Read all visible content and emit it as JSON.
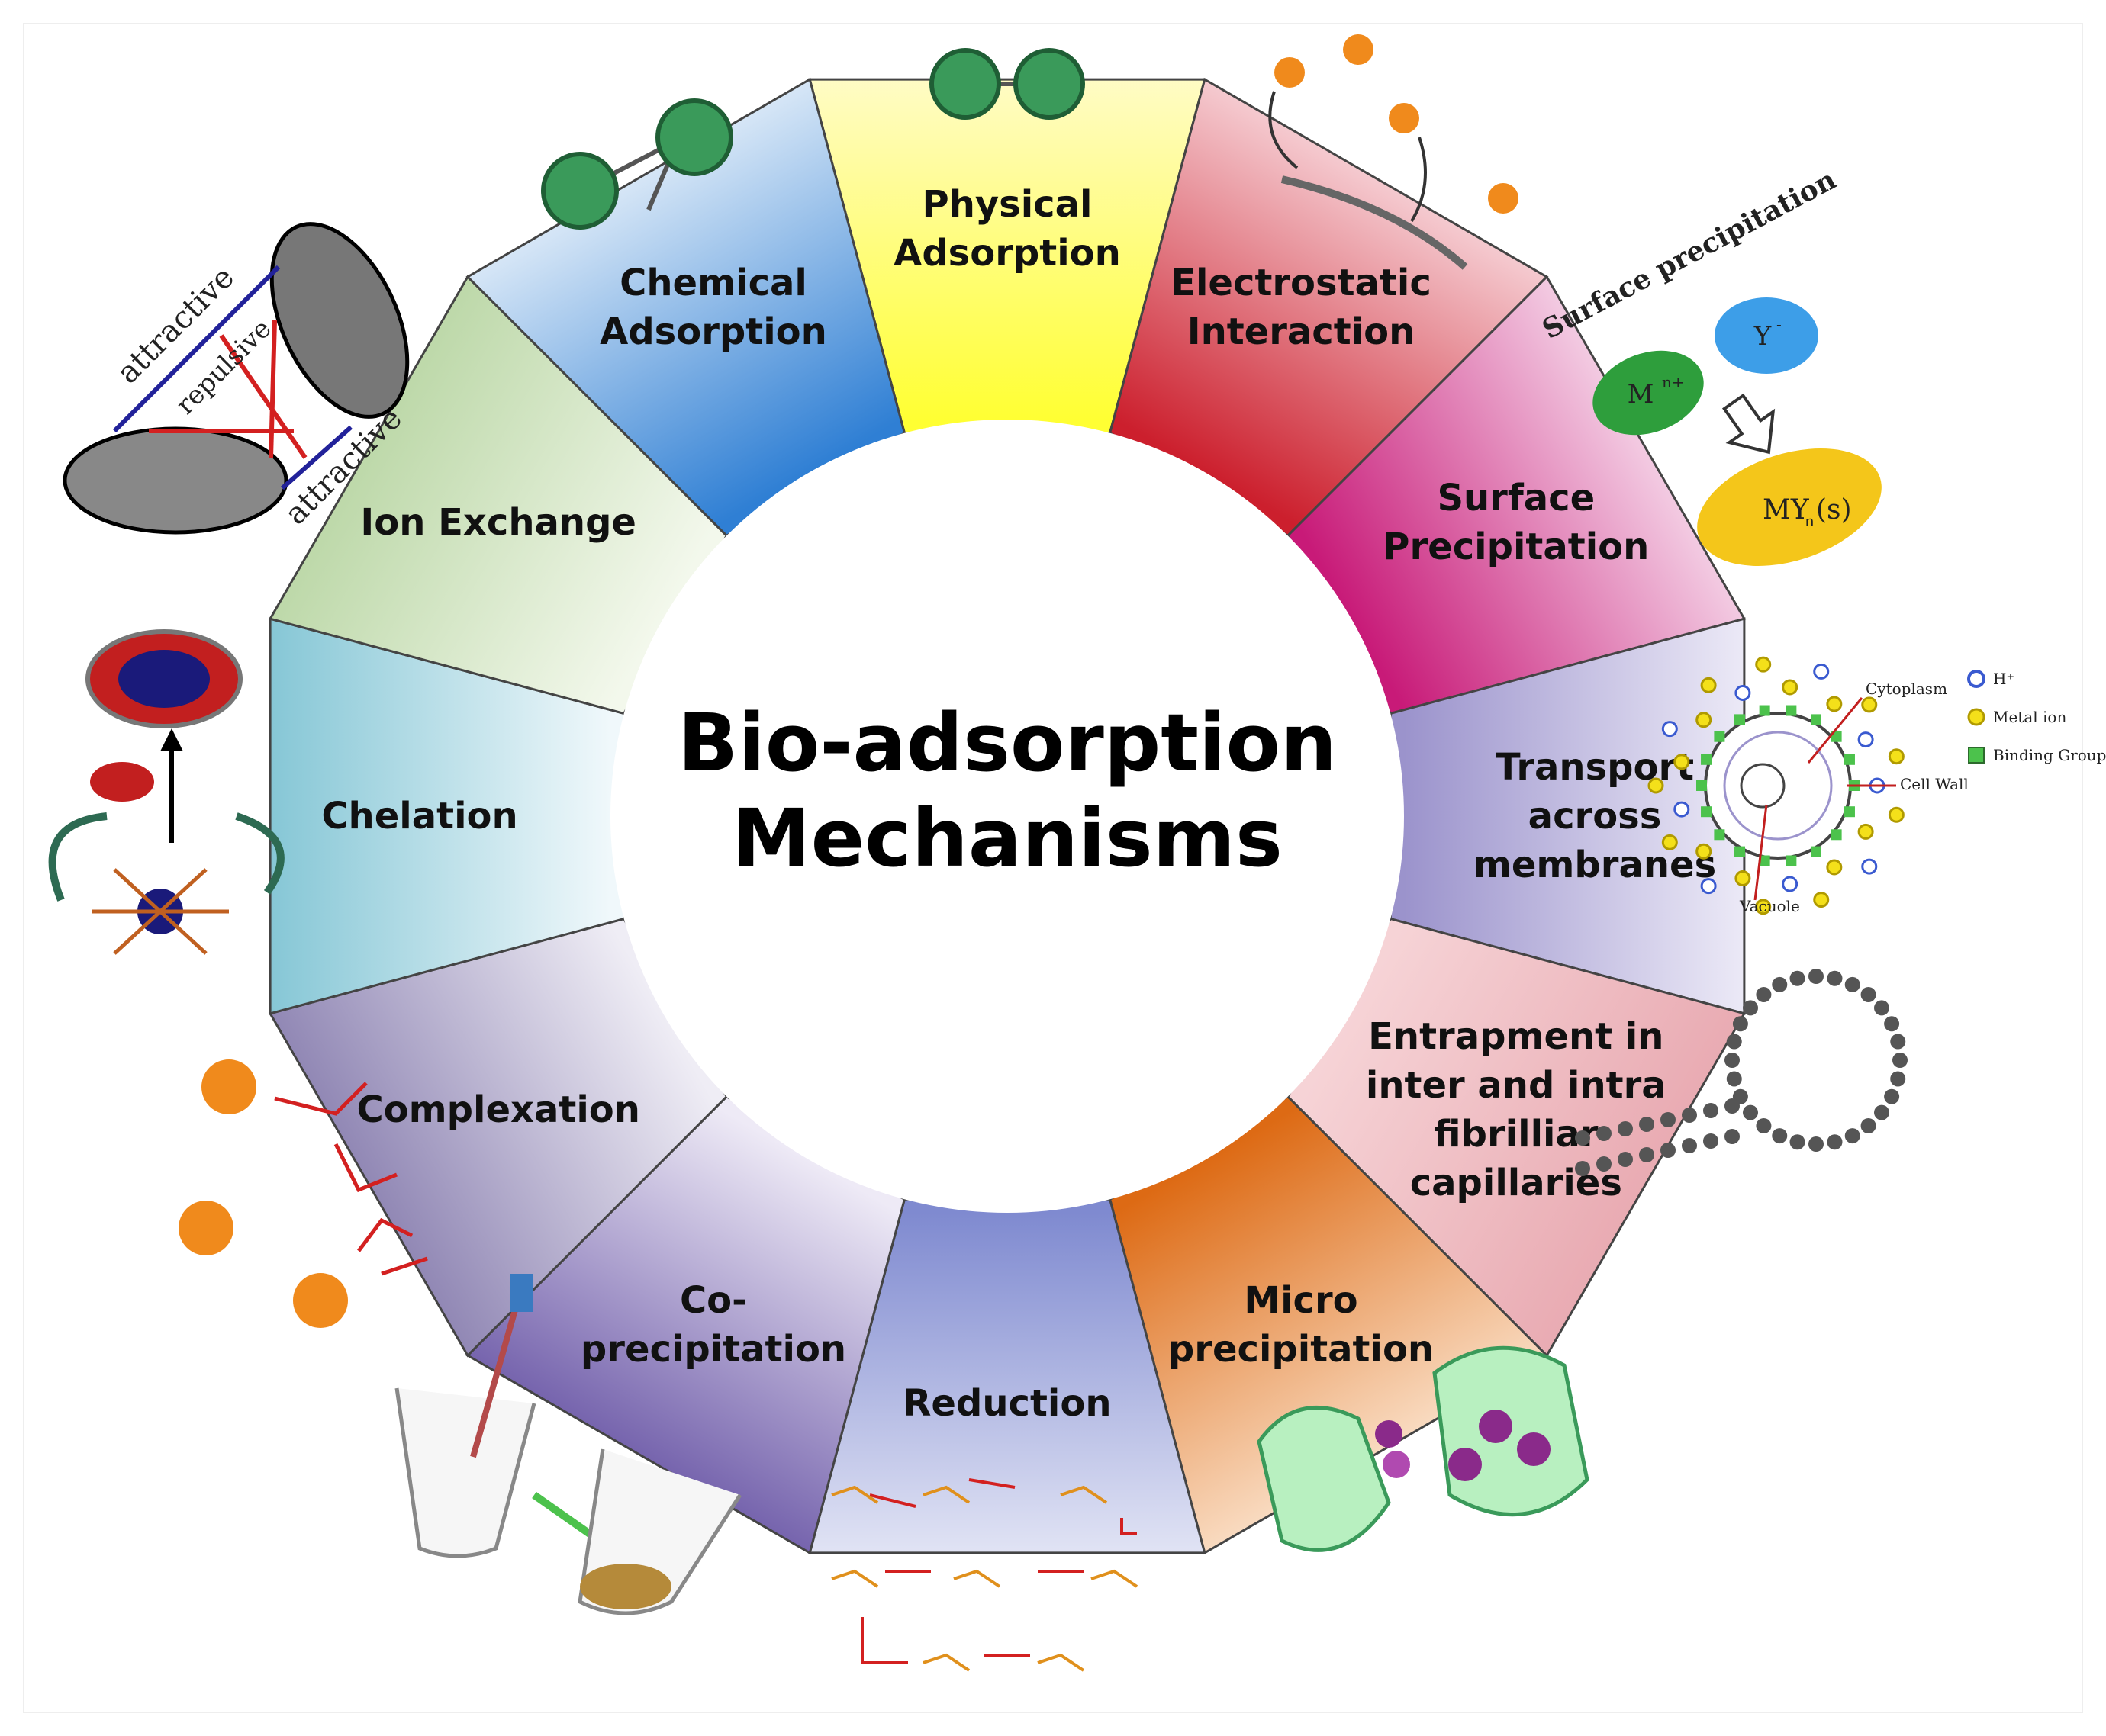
{
  "center": {
    "line1": "Bio-adsorption",
    "line2": "Mechanisms"
  },
  "segments": [
    {
      "id": "physical-adsorption",
      "lines": [
        "Physical",
        "Adsorption"
      ],
      "color_in": "#ffff33",
      "color_out": "#fffbd0"
    },
    {
      "id": "electrostatic-interaction",
      "lines": [
        "Electrostatic",
        "Interaction"
      ],
      "color_in": "#cc1f2d",
      "color_out": "#f8d7dc"
    },
    {
      "id": "surface-precipitation",
      "lines": [
        "Surface",
        "Precipitation"
      ],
      "color_in": "#c81a78",
      "color_out": "#f6d8ea"
    },
    {
      "id": "transport-across-membranes",
      "lines": [
        "Transport",
        "across",
        "membranes"
      ],
      "color_in": "#9b93cc",
      "color_out": "#f2f0fa"
    },
    {
      "id": "entrapment",
      "lines": [
        "Entrapment in",
        "inter and intra",
        "fibrilliar",
        "capillaries"
      ],
      "color_in": "#f6d3d6",
      "color_out": "#e8a8b0"
    },
    {
      "id": "micro-precipitation",
      "lines": [
        "Micro",
        "precipitation"
      ],
      "color_in": "#dd6a14",
      "color_out": "#fbe3cd"
    },
    {
      "id": "reduction",
      "lines": [
        "Reduction"
      ],
      "color_in": "#7f8ad0",
      "color_out": "#e8eaf7"
    },
    {
      "id": "co-precipitation",
      "lines": [
        "Co-",
        "precipitation"
      ],
      "color_in": "#eeeaf6",
      "color_out": "#6d5aa8"
    },
    {
      "id": "complexation",
      "lines": [
        "Complexation"
      ],
      "color_in": "#efedf5",
      "color_out": "#8a80b0"
    },
    {
      "id": "chelation",
      "lines": [
        "Chelation"
      ],
      "color_in": "#f0f8fb",
      "color_out": "#7ec3d3"
    },
    {
      "id": "ion-exchange",
      "lines": [
        "Ion Exchange"
      ],
      "color_in": "#f3f8ec",
      "color_out": "#b9d6a4"
    },
    {
      "id": "chemical-adsorption",
      "lines": [
        "Chemical",
        "Adsorption"
      ],
      "color_in": "#2f7fd4",
      "color_out": "#e3eef9"
    }
  ],
  "illustrations": {
    "surface_precipitation": {
      "heading": "Surface precipitation",
      "metal": "M",
      "metal_sup": "n+",
      "anion": "Y",
      "anion_sup": "-",
      "product": "MY",
      "product_sub": "n",
      "product_state": "(s)"
    },
    "ion_exchange": {
      "attractive_top": "attractive",
      "repulsive": "repulsive",
      "attractive_bottom": "attractive"
    },
    "cell": {
      "cytoplasm": "Cytoplasm",
      "cell_wall": "Cell Wall",
      "vacuole": "Vacuole",
      "legend": [
        "H⁺",
        "Metal ion",
        "Binding Group"
      ]
    }
  }
}
